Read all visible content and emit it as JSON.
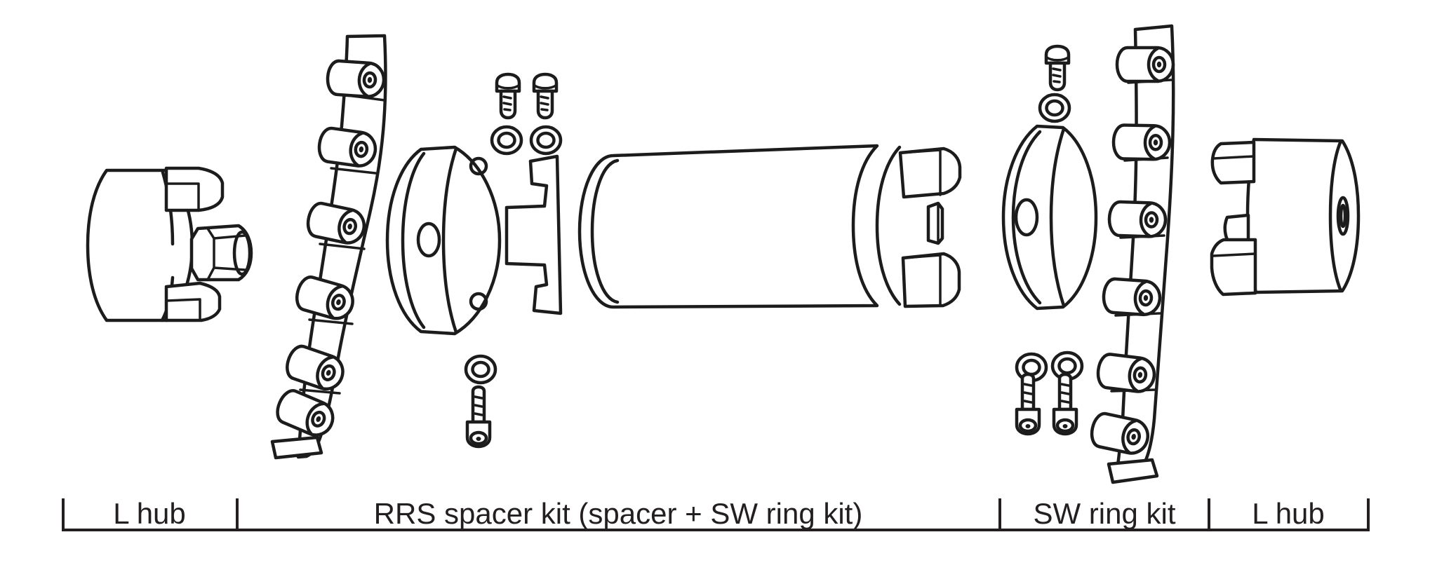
{
  "diagram": {
    "type": "exploded-parts-diagram",
    "caption_bar": {
      "sections": [
        {
          "id": "l-hub-left",
          "label": "L hub"
        },
        {
          "id": "rrs-spacer-kit",
          "label": "RRS spacer kit (spacer + SW ring kit)"
        },
        {
          "id": "sw-ring-kit",
          "label": "SW ring kit"
        },
        {
          "id": "l-hub-right",
          "label": "L hub"
        }
      ]
    },
    "colors": {
      "line": "#1c1c1c",
      "text": "#231f20",
      "background": "#ffffff"
    }
  }
}
